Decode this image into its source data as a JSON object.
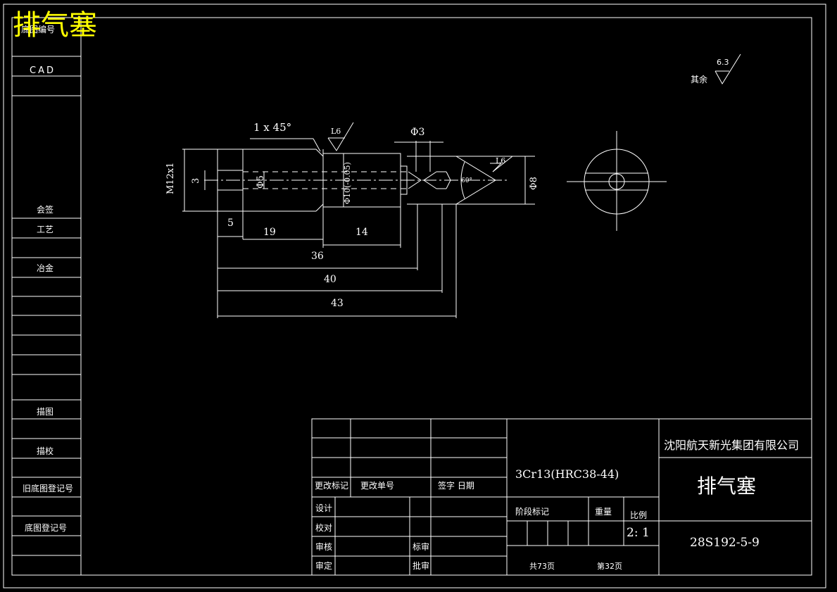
{
  "overlay_title": "排气塞",
  "left_column": {
    "top_label": "底图编号",
    "cad": "CAD",
    "labels": [
      "会签",
      "工艺",
      "冶金",
      "描图",
      "描校",
      "旧底图登记号",
      "底图登记号"
    ]
  },
  "roughness": {
    "prefix": "其余",
    "value": "6.3"
  },
  "dimensions": {
    "chamfer": "1 x 45°",
    "rough_top": "L6",
    "phi3": "Φ3",
    "rough_tip": "L6",
    "angle": "60°",
    "phi8": "Φ8",
    "thread": "M12x1",
    "d3": "3",
    "phi5": "Φ5",
    "phi10": "Φ10(-0.05)",
    "d5": "5",
    "d19": "19",
    "d14": "14",
    "d36": "36",
    "d40": "40",
    "d43": "43"
  },
  "title_block": {
    "revision_mark": "更改标记",
    "change_no": "更改单号",
    "sign_date": "签字 日期",
    "material": "3Cr13(HRC38-44)",
    "company": "沈阳航天新光集团有限公司",
    "part_name": "排气塞",
    "drawing_no": "28S192-5-9",
    "stage_mark": "阶段标记",
    "weight": "重量",
    "scale_label": "比例",
    "scale": "2: 1",
    "design": "设计",
    "check": "校对",
    "review": "审核",
    "approve": "审定",
    "std_review": "标审",
    "ratify": "批审",
    "total_pages": "共73页",
    "page_no": "第32页"
  }
}
